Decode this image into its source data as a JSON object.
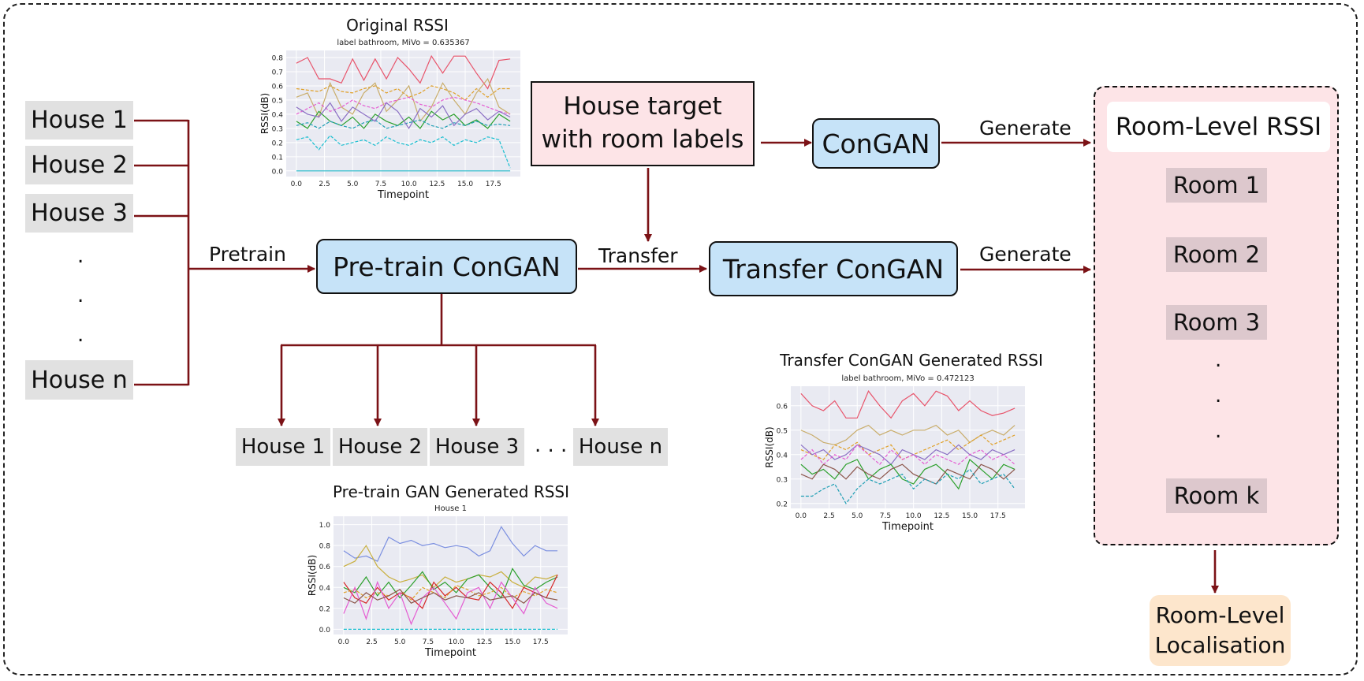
{
  "houses_left": [
    "House 1",
    "House 2",
    "House 3",
    "House n"
  ],
  "houses_bottom": [
    "House 1",
    "House 2",
    "House 3",
    "House n"
  ],
  "ellipsis": ". . .",
  "labels": {
    "pretrain": "Pretrain",
    "transfer": "Transfer",
    "generate_1": "Generate",
    "generate_2": "Generate"
  },
  "nodes": {
    "house_target": "House target\nwith room labels",
    "congan": "ConGAN",
    "pretrain_congan": "Pre-train ConGAN",
    "transfer_congan": "Transfer ConGAN",
    "room_level_rssi": "Room-Level RSSI",
    "localisation": "Room-Level\nLocalisation"
  },
  "rooms": [
    "Room 1",
    "Room 2",
    "Room 3",
    "Room k"
  ],
  "colors": {
    "arrow": "#7b1216",
    "node_blue": "#c6e3f8",
    "target_pink": "#fde4e7",
    "room_panel": "#fde4e7",
    "room_item": "#ddc8cd",
    "localisation": "#fde6cc",
    "house_gray": "#e1e1e1",
    "plot_bg": "#e9eaf2"
  },
  "chart_data": [
    {
      "heading": "Original RSSI",
      "title": "label bathroom, MiVo = 0.635367",
      "type": "line",
      "xlabel": "Timepoint",
      "ylabel": "RSSI(dB)",
      "xlim": [
        -0.9,
        19.9
      ],
      "ylim": [
        -0.04,
        0.85
      ],
      "xticks": [
        "0.0",
        "2.5",
        "5.0",
        "7.5",
        "10.0",
        "12.5",
        "15.0",
        "17.5"
      ],
      "yticks": [
        "0.0",
        "0.1",
        "0.2",
        "0.3",
        "0.4",
        "0.5",
        "0.6",
        "0.7",
        "0.8"
      ],
      "series": [
        {
          "color": "#e8546b",
          "dash": false,
          "values": [
            0.76,
            0.8,
            0.65,
            0.65,
            0.62,
            0.79,
            0.64,
            0.79,
            0.65,
            0.8,
            0.72,
            0.62,
            0.81,
            0.69,
            0.81,
            0.81,
            0.69,
            0.58,
            0.78,
            0.79
          ]
        },
        {
          "color": "#e0a028",
          "dash": true,
          "values": [
            0.58,
            0.57,
            0.56,
            0.6,
            0.56,
            0.55,
            0.58,
            0.6,
            0.55,
            0.58,
            0.52,
            0.55,
            0.6,
            0.58,
            0.55,
            0.5,
            0.58,
            0.52,
            0.58,
            0.58
          ]
        },
        {
          "color": "#c9ad6b",
          "dash": false,
          "values": [
            0.52,
            0.55,
            0.38,
            0.62,
            0.45,
            0.4,
            0.55,
            0.62,
            0.42,
            0.5,
            0.6,
            0.35,
            0.45,
            0.62,
            0.5,
            0.4,
            0.55,
            0.65,
            0.45,
            0.4
          ]
        },
        {
          "color": "#e55dd2",
          "dash": true,
          "values": [
            0.4,
            0.44,
            0.48,
            0.42,
            0.45,
            0.5,
            0.46,
            0.44,
            0.48,
            0.5,
            0.52,
            0.47,
            0.45,
            0.5,
            0.52,
            0.5,
            0.48,
            0.45,
            0.42,
            0.4
          ]
        },
        {
          "color": "#2ca02c",
          "dash": false,
          "values": [
            0.35,
            0.3,
            0.42,
            0.35,
            0.32,
            0.38,
            0.3,
            0.4,
            0.35,
            0.32,
            0.38,
            0.3,
            0.42,
            0.36,
            0.4,
            0.32,
            0.36,
            0.3,
            0.4,
            0.35
          ]
        },
        {
          "color": "#1f9fb4",
          "dash": true,
          "values": [
            0.32,
            0.34,
            0.3,
            0.35,
            0.32,
            0.3,
            0.34,
            0.36,
            0.3,
            0.32,
            0.34,
            0.36,
            0.32,
            0.3,
            0.34,
            0.32,
            0.35,
            0.32,
            0.33,
            0.32
          ]
        },
        {
          "color": "#8b6fc4",
          "dash": false,
          "values": [
            0.45,
            0.4,
            0.38,
            0.48,
            0.35,
            0.45,
            0.4,
            0.35,
            0.48,
            0.42,
            0.3,
            0.44,
            0.38,
            0.46,
            0.32,
            0.4,
            0.44,
            0.36,
            0.42,
            0.38
          ]
        },
        {
          "color": "#17becf",
          "dash": true,
          "values": [
            0.22,
            0.24,
            0.15,
            0.25,
            0.18,
            0.2,
            0.22,
            0.18,
            0.24,
            0.2,
            0.18,
            0.22,
            0.2,
            0.24,
            0.18,
            0.22,
            0.2,
            0.24,
            0.22,
            0.02
          ]
        },
        {
          "color": "#1fb7c8",
          "dash": false,
          "values": [
            0.0,
            0.0,
            0.0,
            0.0,
            0.0,
            0.0,
            0.0,
            0.0,
            0.0,
            0.0,
            0.0,
            0.0,
            0.0,
            0.0,
            0.0,
            0.0,
            0.0,
            0.0,
            0.0,
            0.0
          ]
        }
      ]
    },
    {
      "heading": "Pre-train GAN Generated RSSI",
      "title": "House 1",
      "type": "line",
      "xlabel": "Timepoint",
      "ylabel": "RSSI(dB)",
      "xlim": [
        -0.9,
        19.9
      ],
      "ylim": [
        -0.05,
        1.08
      ],
      "xticks": [
        "0.0",
        "2.5",
        "5.0",
        "7.5",
        "10.0",
        "12.5",
        "15.0",
        "17.5"
      ],
      "yticks": [
        "0.0",
        "0.2",
        "0.4",
        "0.6",
        "0.8",
        "1.0"
      ],
      "series": [
        {
          "color": "#7b8fe0",
          "dash": false,
          "values": [
            0.75,
            0.68,
            0.7,
            0.65,
            0.88,
            0.82,
            0.85,
            0.8,
            0.82,
            0.78,
            0.8,
            0.78,
            0.7,
            0.75,
            0.98,
            0.82,
            0.7,
            0.8,
            0.75,
            0.75
          ]
        },
        {
          "color": "#c9b040",
          "dash": false,
          "values": [
            0.6,
            0.65,
            0.8,
            0.6,
            0.5,
            0.45,
            0.48,
            0.52,
            0.4,
            0.5,
            0.45,
            0.48,
            0.52,
            0.5,
            0.55,
            0.45,
            0.4,
            0.5,
            0.48,
            0.52
          ]
        },
        {
          "color": "#2ca02c",
          "dash": false,
          "values": [
            0.4,
            0.35,
            0.5,
            0.32,
            0.45,
            0.3,
            0.42,
            0.55,
            0.38,
            0.45,
            0.35,
            0.48,
            0.52,
            0.4,
            0.3,
            0.58,
            0.42,
            0.38,
            0.45,
            0.5
          ]
        },
        {
          "color": "#d62728",
          "dash": false,
          "values": [
            0.45,
            0.3,
            0.25,
            0.4,
            0.28,
            0.35,
            0.3,
            0.2,
            0.45,
            0.32,
            0.4,
            0.3,
            0.28,
            0.45,
            0.35,
            0.2,
            0.4,
            0.35,
            0.3,
            0.52
          ]
        },
        {
          "color": "#e0a028",
          "dash": true,
          "values": [
            0.35,
            0.38,
            0.3,
            0.35,
            0.32,
            0.38,
            0.28,
            0.4,
            0.35,
            0.3,
            0.42,
            0.38,
            0.32,
            0.35,
            0.4,
            0.3,
            0.36,
            0.32,
            0.38,
            0.35
          ]
        },
        {
          "color": "#e55dd2",
          "dash": false,
          "values": [
            0.15,
            0.4,
            0.1,
            0.45,
            0.2,
            0.35,
            0.05,
            0.3,
            0.4,
            0.25,
            0.1,
            0.35,
            0.4,
            0.2,
            0.45,
            0.3,
            0.15,
            0.4,
            0.25,
            0.2
          ]
        },
        {
          "color": "#8c564b",
          "dash": false,
          "values": [
            0.3,
            0.25,
            0.35,
            0.28,
            0.32,
            0.38,
            0.25,
            0.3,
            0.35,
            0.28,
            0.32,
            0.3,
            0.35,
            0.28,
            0.3,
            0.32,
            0.25,
            0.35,
            0.3,
            0.28
          ]
        },
        {
          "color": "#17becf",
          "dash": true,
          "values": [
            0.0,
            0.0,
            0.0,
            0.0,
            0.0,
            0.0,
            0.0,
            0.0,
            0.0,
            0.0,
            0.0,
            0.0,
            0.0,
            0.0,
            0.0,
            0.0,
            0.0,
            0.0,
            0.0,
            0.0
          ]
        }
      ]
    },
    {
      "heading": "Transfer ConGAN Generated RSSI",
      "title": "label bathroom, MiVo = 0.472123",
      "type": "line",
      "xlabel": "Timepoint",
      "ylabel": "RSSI(dB)",
      "xlim": [
        -0.9,
        19.9
      ],
      "ylim": [
        0.18,
        0.68
      ],
      "xticks": [
        "0.0",
        "2.5",
        "5.0",
        "7.5",
        "10.0",
        "12.5",
        "15.0",
        "17.5"
      ],
      "yticks": [
        "0.2",
        "0.3",
        "0.4",
        "0.5",
        "0.6"
      ],
      "series": [
        {
          "color": "#e8546b",
          "dash": false,
          "values": [
            0.65,
            0.6,
            0.58,
            0.62,
            0.55,
            0.55,
            0.66,
            0.6,
            0.55,
            0.62,
            0.65,
            0.6,
            0.66,
            0.64,
            0.58,
            0.62,
            0.58,
            0.56,
            0.57,
            0.59
          ]
        },
        {
          "color": "#c9ad6b",
          "dash": false,
          "values": [
            0.5,
            0.48,
            0.45,
            0.44,
            0.46,
            0.5,
            0.52,
            0.48,
            0.5,
            0.48,
            0.5,
            0.5,
            0.52,
            0.48,
            0.5,
            0.45,
            0.48,
            0.5,
            0.48,
            0.52
          ]
        },
        {
          "color": "#e0a028",
          "dash": true,
          "values": [
            0.42,
            0.4,
            0.38,
            0.44,
            0.42,
            0.45,
            0.4,
            0.42,
            0.44,
            0.38,
            0.4,
            0.42,
            0.44,
            0.46,
            0.42,
            0.45,
            0.48,
            0.44,
            0.46,
            0.48
          ]
        },
        {
          "color": "#8b6fc4",
          "dash": false,
          "values": [
            0.44,
            0.4,
            0.42,
            0.38,
            0.4,
            0.44,
            0.42,
            0.4,
            0.36,
            0.42,
            0.4,
            0.38,
            0.42,
            0.4,
            0.44,
            0.4,
            0.38,
            0.42,
            0.4,
            0.42
          ]
        },
        {
          "color": "#e55dd2",
          "dash": true,
          "values": [
            0.38,
            0.42,
            0.36,
            0.4,
            0.38,
            0.44,
            0.4,
            0.36,
            0.42,
            0.38,
            0.4,
            0.36,
            0.4,
            0.38,
            0.36,
            0.4,
            0.42,
            0.38,
            0.4,
            0.36
          ]
        },
        {
          "color": "#2ca02c",
          "dash": false,
          "values": [
            0.36,
            0.32,
            0.34,
            0.3,
            0.36,
            0.38,
            0.3,
            0.34,
            0.36,
            0.3,
            0.28,
            0.34,
            0.36,
            0.32,
            0.26,
            0.38,
            0.34,
            0.3,
            0.36,
            0.34
          ]
        },
        {
          "color": "#8c564b",
          "dash": false,
          "values": [
            0.32,
            0.3,
            0.36,
            0.34,
            0.3,
            0.35,
            0.32,
            0.3,
            0.34,
            0.36,
            0.32,
            0.3,
            0.28,
            0.34,
            0.32,
            0.3,
            0.36,
            0.34,
            0.3,
            0.34
          ]
        },
        {
          "color": "#1f9fb4",
          "dash": true,
          "values": [
            0.23,
            0.23,
            0.26,
            0.28,
            0.2,
            0.26,
            0.3,
            0.28,
            0.3,
            0.32,
            0.26,
            0.3,
            0.28,
            0.32,
            0.3,
            0.34,
            0.28,
            0.3,
            0.32,
            0.26
          ]
        }
      ]
    }
  ]
}
